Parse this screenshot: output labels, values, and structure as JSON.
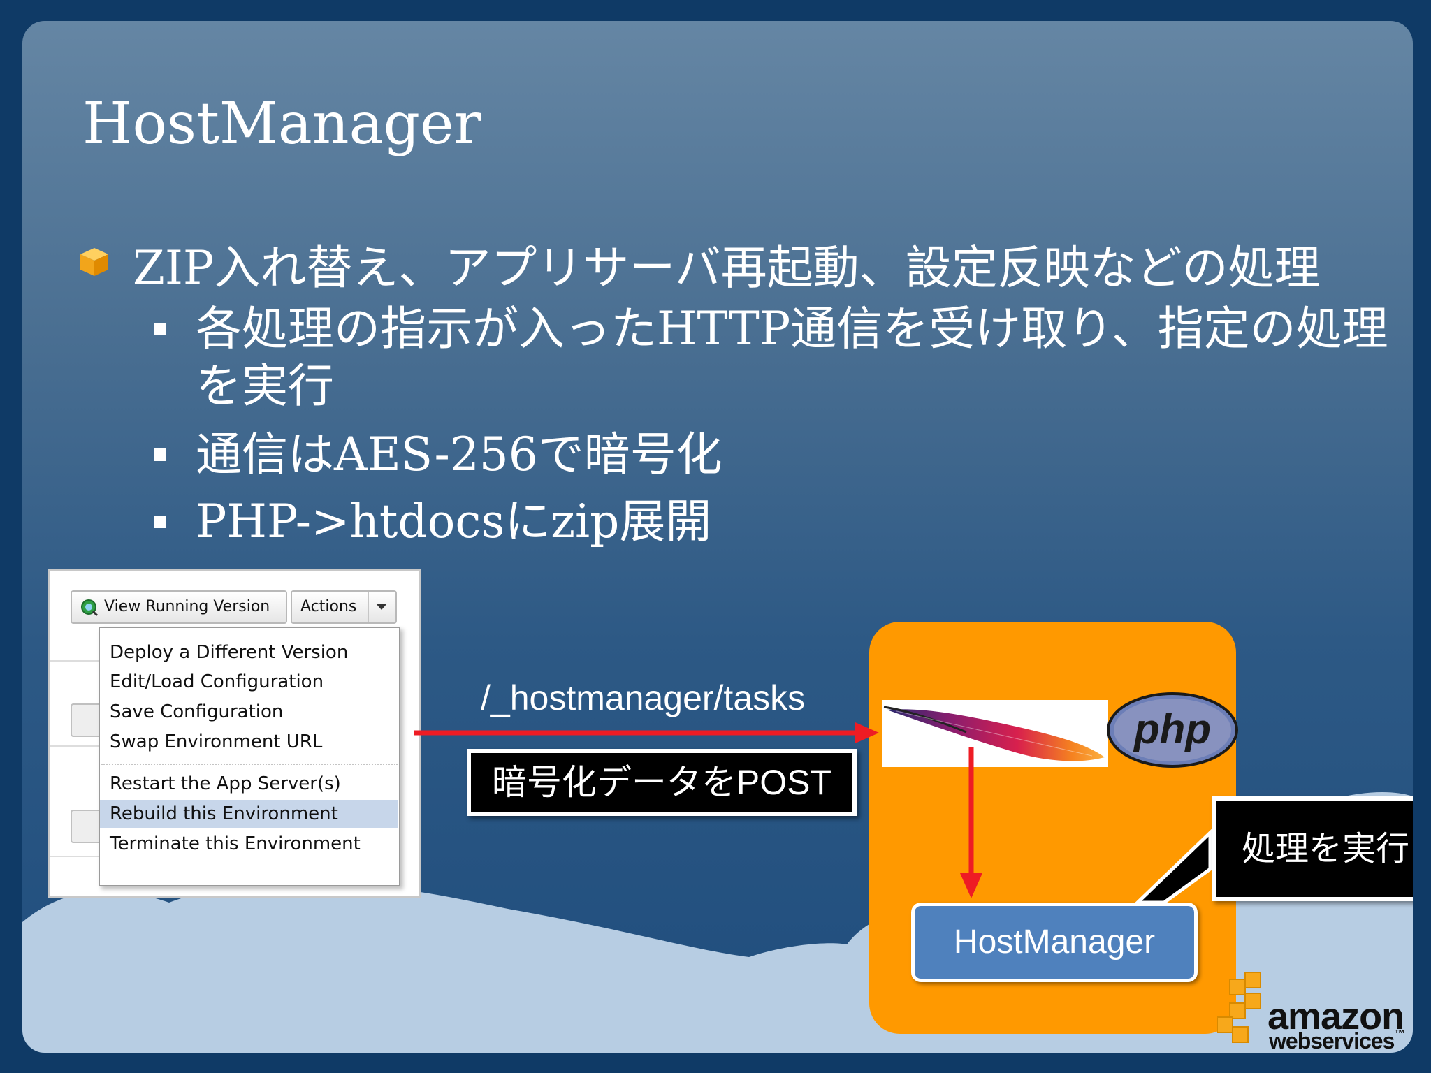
{
  "slide": {
    "title": "HostManager",
    "bullets": {
      "main": "ZIP入れ替え、アプリサーバ再起動、設定反映などの処理",
      "sub": [
        "各処理の指示が入ったHTTP通信を受け取り、指定の処理",
        "を実行",
        "通信はAES-256で暗号化",
        "PHP->htdocsにzip展開"
      ]
    }
  },
  "console": {
    "view_button": "View Running Version",
    "actions_button": "Actions",
    "menu": [
      "Deploy a Different Version",
      "Edit/Load Configuration",
      "Save Configuration",
      "Swap Environment URL",
      "Restart the App Server(s)",
      "Rebuild this Environment",
      "Terminate this Environment"
    ]
  },
  "diagram": {
    "path_label": "/_hostmanager/tasks",
    "post_label": "暗号化データをPOST",
    "php_logo": "php",
    "host_manager": "HostManager",
    "callout": "処理を実行"
  },
  "branding": {
    "line1": "amazon",
    "line2": "webservices",
    "tm": "™"
  },
  "colors": {
    "orange": "#ff9900",
    "arrow_red": "#ee1c24",
    "hm_blue": "#4f81bd",
    "menu_highlight": "#c7d6ea"
  }
}
